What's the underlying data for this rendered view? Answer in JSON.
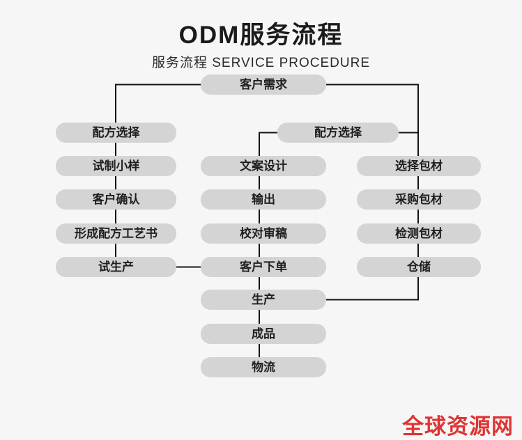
{
  "header": {
    "title": "ODM服务流程",
    "subtitle": "服务流程 SERVICE PROCEDURE"
  },
  "footer": {
    "logo_text": "全球资源网"
  },
  "colors": {
    "background": "#f6f6f6",
    "node_fill": "#d4d4d4",
    "connector_line": "#141414",
    "node_text": "#1f1f1f",
    "logo_red": "#e03333"
  },
  "diagram": {
    "nodes": [
      {
        "id": "customer-demand",
        "label": "客户需求"
      },
      {
        "id": "formula-selection-left",
        "label": "配方选择"
      },
      {
        "id": "trial-sample",
        "label": "试制小样"
      },
      {
        "id": "customer-confirmation",
        "label": "客户确认"
      },
      {
        "id": "formula-process-book",
        "label": "形成配方工艺书"
      },
      {
        "id": "trial-production",
        "label": "试生产"
      },
      {
        "id": "formula-selection-right",
        "label": "配方选择"
      },
      {
        "id": "copy-design",
        "label": "文案设计"
      },
      {
        "id": "output",
        "label": "输出"
      },
      {
        "id": "proofreading",
        "label": "校对审稿"
      },
      {
        "id": "customer-order",
        "label": "客户下单"
      },
      {
        "id": "production",
        "label": "生产"
      },
      {
        "id": "finished-product",
        "label": "成品"
      },
      {
        "id": "logistics",
        "label": "物流"
      },
      {
        "id": "select-packaging",
        "label": "选择包材"
      },
      {
        "id": "purchase-packaging",
        "label": "采购包材"
      },
      {
        "id": "test-packaging",
        "label": "检测包材"
      },
      {
        "id": "warehousing",
        "label": "仓储"
      }
    ],
    "edges": [
      [
        "customer-demand",
        "formula-selection-left"
      ],
      [
        "formula-selection-left",
        "trial-sample"
      ],
      [
        "trial-sample",
        "customer-confirmation"
      ],
      [
        "customer-confirmation",
        "formula-process-book"
      ],
      [
        "formula-process-book",
        "trial-production"
      ],
      [
        "trial-production",
        "customer-order"
      ],
      [
        "customer-demand",
        "formula-selection-right"
      ],
      [
        "formula-selection-right",
        "copy-design"
      ],
      [
        "formula-selection-right",
        "select-packaging"
      ],
      [
        "copy-design",
        "output"
      ],
      [
        "output",
        "proofreading"
      ],
      [
        "proofreading",
        "customer-order"
      ],
      [
        "customer-order",
        "production"
      ],
      [
        "select-packaging",
        "purchase-packaging"
      ],
      [
        "purchase-packaging",
        "test-packaging"
      ],
      [
        "test-packaging",
        "warehousing"
      ],
      [
        "warehousing",
        "production"
      ],
      [
        "production",
        "finished-product"
      ],
      [
        "finished-product",
        "logistics"
      ]
    ]
  }
}
